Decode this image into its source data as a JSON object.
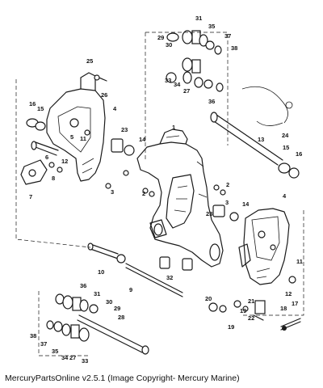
{
  "caption": "MercuryPartsOnline v2.5.1 (Image Copyright- Mercury Marine)",
  "callouts": [
    "1",
    "2",
    "2",
    "3",
    "3",
    "4",
    "4",
    "5",
    "6",
    "7",
    "8",
    "9",
    "10",
    "11",
    "11",
    "12",
    "12",
    "13",
    "14",
    "14",
    "15",
    "15",
    "16",
    "16",
    "17",
    "18",
    "19",
    "19",
    "20",
    "21",
    "22",
    "23",
    "23",
    "24",
    "25",
    "26",
    "27",
    "27",
    "28",
    "29",
    "29",
    "30",
    "30",
    "31",
    "31",
    "32",
    "33",
    "33",
    "34",
    "34",
    "35",
    "35",
    "36",
    "36",
    "37",
    "37",
    "38",
    "38"
  ]
}
